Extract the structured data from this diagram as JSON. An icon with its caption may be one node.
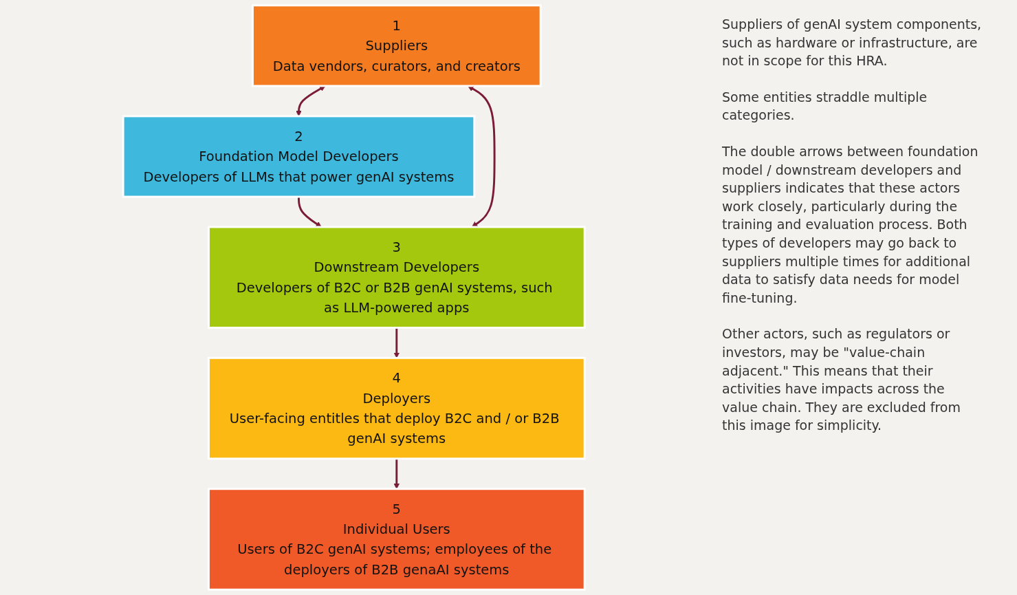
{
  "diagram": {
    "nodes": [
      {
        "text": [
          "1",
          "Suppliers",
          "Data vendors, curators, and creators"
        ]
      },
      {
        "text": [
          "2",
          "Foundation Model Developers",
          "Developers of LLMs that power genAI systems"
        ]
      },
      {
        "text": [
          "3",
          "Downstream Developers",
          "Developers of B2C or B2B genAI systems, such as LLM-powered apps"
        ]
      },
      {
        "text": [
          "4",
          "Deployers",
          "User-facing entitles that deploy B2C and / or B2B genAI systems"
        ]
      },
      {
        "text": [
          "5",
          "Individual Users",
          "Users of B2C genAI systems; employees of the deployers of B2B genaAI systems"
        ]
      }
    ],
    "edges": [
      {
        "from": 0,
        "to": 1,
        "arrow": "both"
      },
      {
        "from": 1,
        "to": 2,
        "arrow": "to"
      },
      {
        "from": 2,
        "to": 3,
        "arrow": "to"
      },
      {
        "from": 3,
        "to": 4,
        "arrow": "to"
      },
      {
        "from": 0,
        "to": 2,
        "arrow": "both"
      }
    ],
    "labels": [
      "Suppliers of genAI system components, such as hardware or infrastructure, are not in scope for this HRA.",
      "Some entities straddle multiple categories.",
      "The double arrows between foundation model / downstream developers and suppliers indicates that these actors work closely, particularly during the training and evaluation process. Both types of developers may go back to suppliers multiple times for additional data to satisfy data needs for model fine-tuning.",
      "Other actors, such as regulators or investors, may be \"value-chain adjacent.\" This means that their activities have impacts across the value chain. They are excluded from this image for simplicity."
    ]
  }
}
